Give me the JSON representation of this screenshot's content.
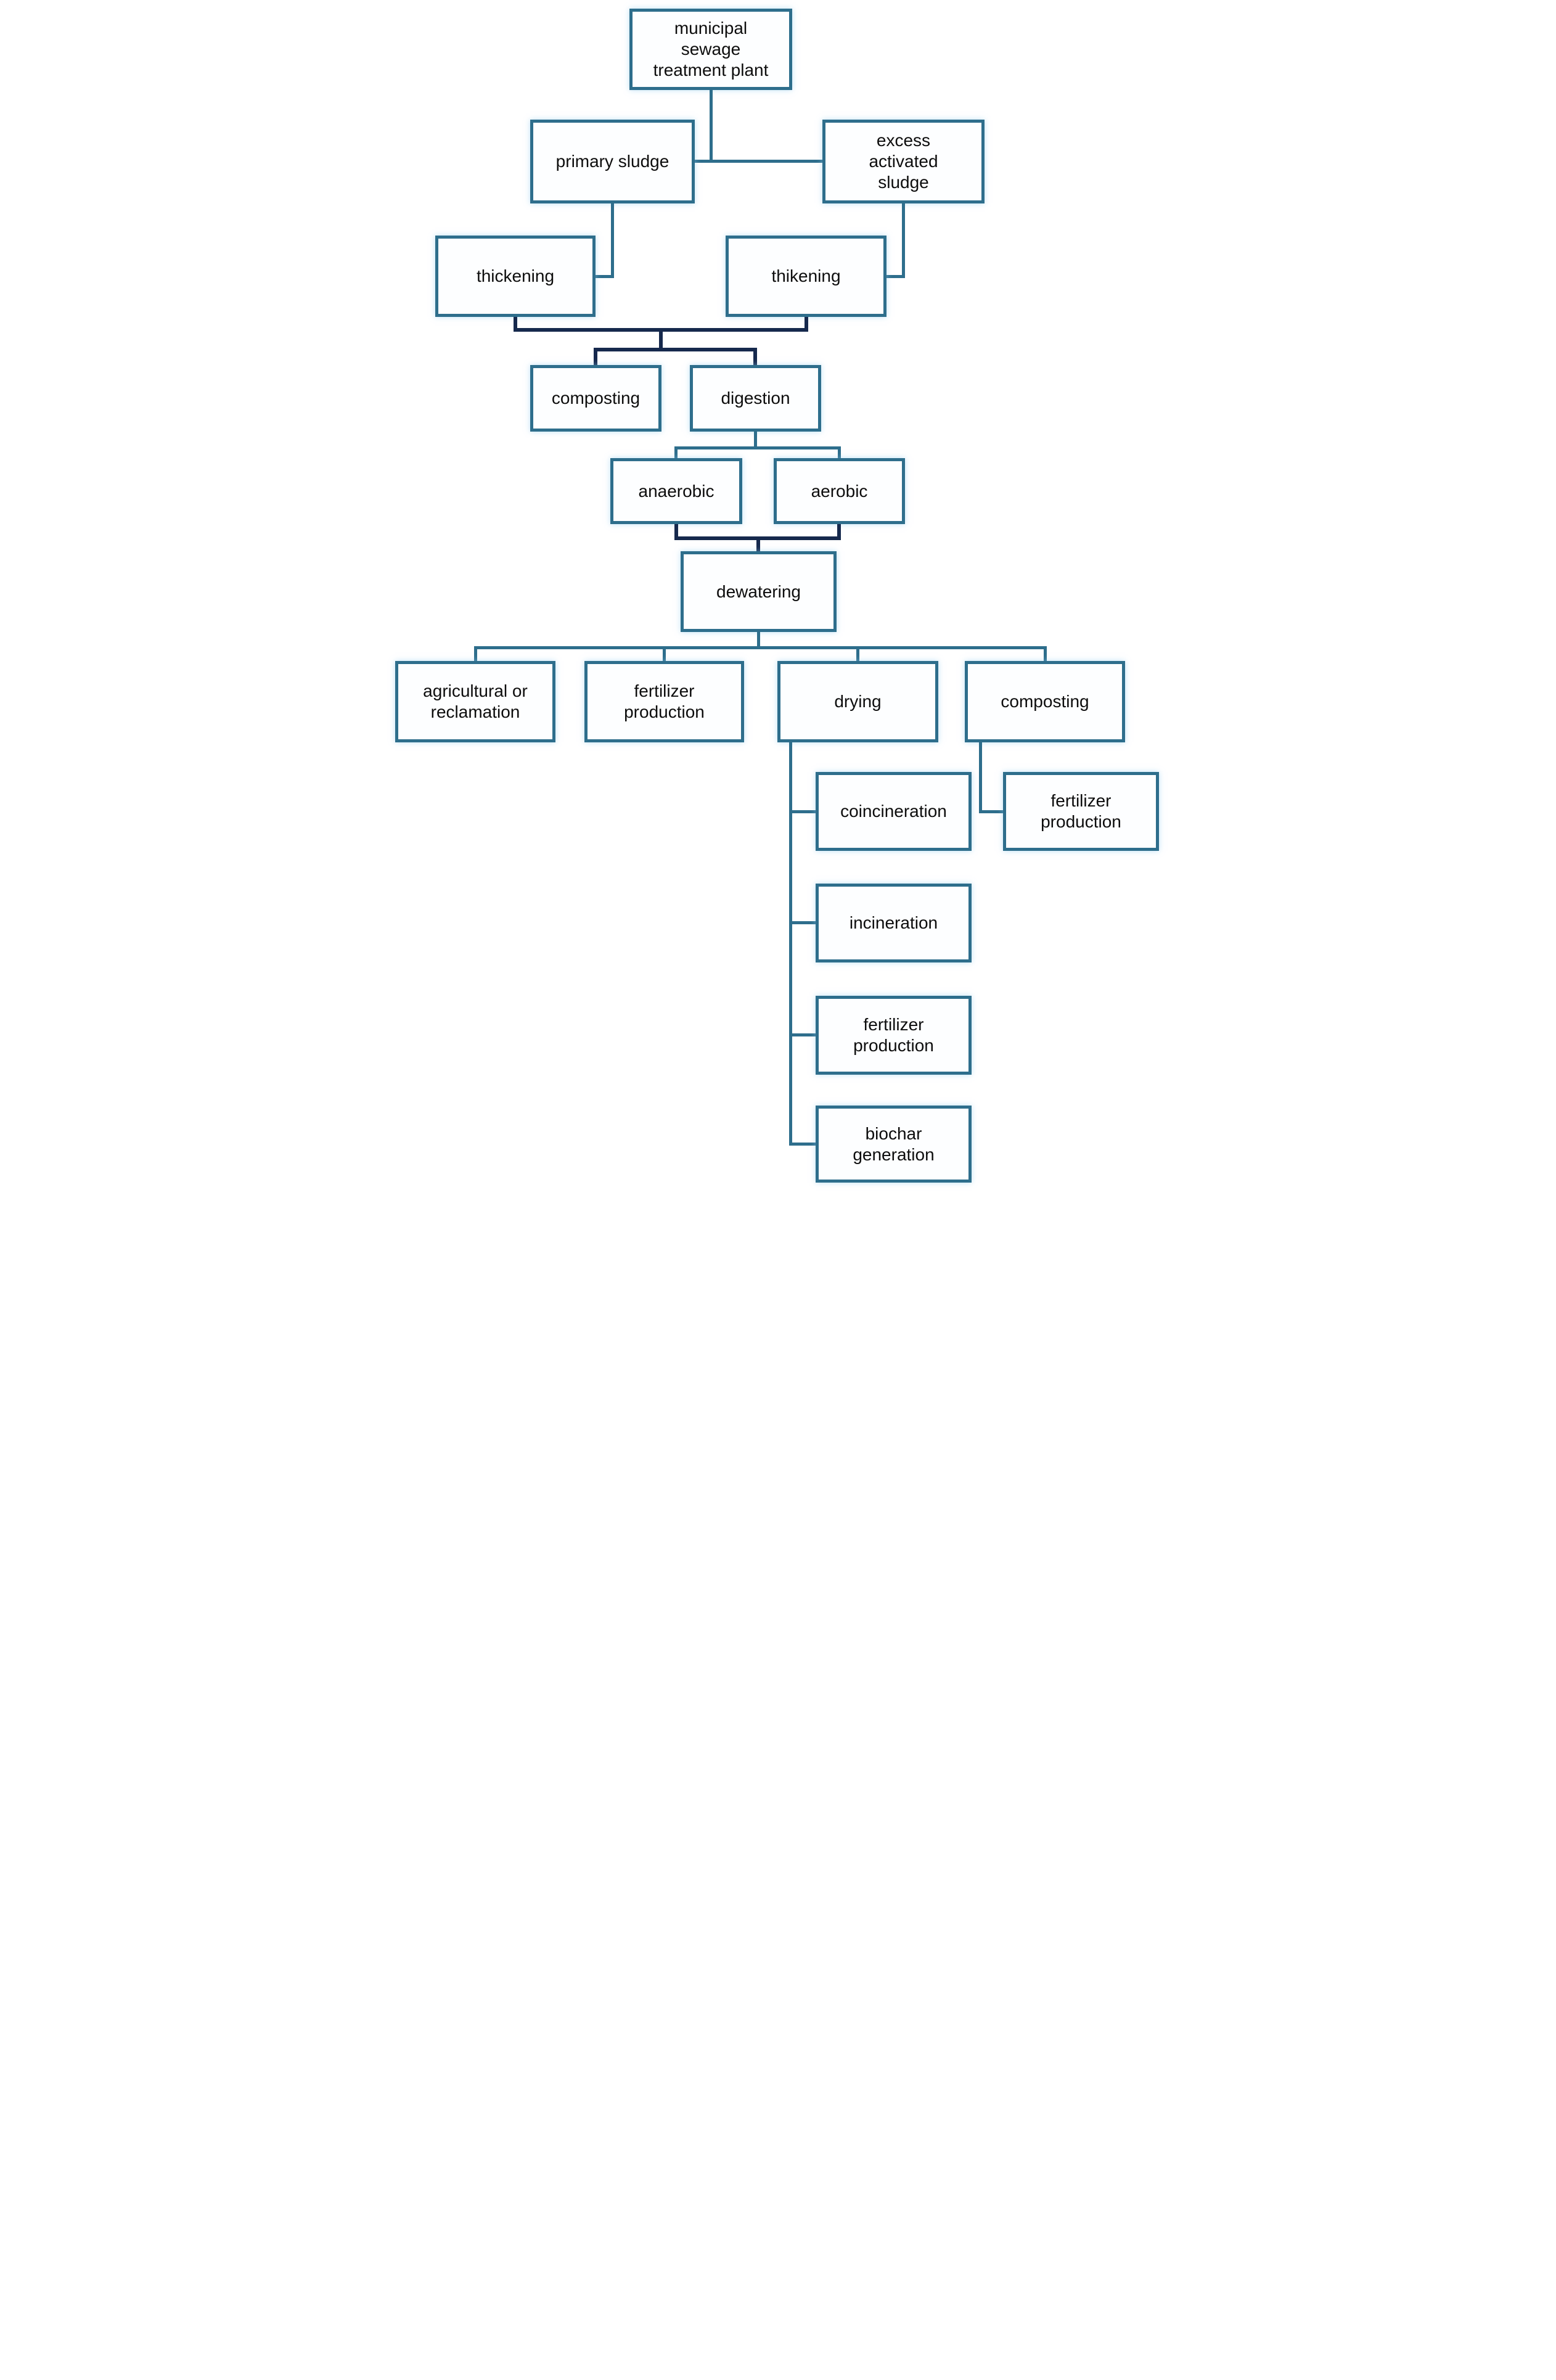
{
  "diagram": {
    "type": "flowchart",
    "colors": {
      "box_border": "#2e6e8c",
      "merge_line": "#16294d",
      "box_fill": "#fdfeff",
      "text": "#0d0d0d",
      "page_bg": "#ffffff"
    },
    "nodes": {
      "municipal": {
        "label": "municipal\nsewage\ntreatment plant"
      },
      "primary_sludge": {
        "label": "primary sludge"
      },
      "excess_activated_sludge": {
        "label": "excess\nactivated\nsludge"
      },
      "thickening": {
        "label": "thickening"
      },
      "thikening": {
        "label": "thikening"
      },
      "composting": {
        "label": "composting"
      },
      "digestion": {
        "label": "digestion"
      },
      "anaerobic": {
        "label": "anaerobic"
      },
      "aerobic": {
        "label": "aerobic"
      },
      "dewatering": {
        "label": "dewatering"
      },
      "agricultural": {
        "label": "agricultural or\nreclamation"
      },
      "fertilizer_prod_main": {
        "label": "fertilizer\nproduction"
      },
      "drying": {
        "label": "drying"
      },
      "composting_right": {
        "label": "composting"
      },
      "coincineration": {
        "label": "coincineration"
      },
      "fertilizer_prod_right": {
        "label": "fertilizer\nproduction"
      },
      "incineration": {
        "label": "incineration"
      },
      "fertilizer_prod_drying": {
        "label": "fertilizer\nproduction"
      },
      "biochar": {
        "label": "biochar\ngeneration"
      }
    },
    "edges": [
      {
        "from": "municipal",
        "to": "primary_sludge"
      },
      {
        "from": "municipal",
        "to": "excess_activated_sludge"
      },
      {
        "from": "primary_sludge",
        "to": "thickening"
      },
      {
        "from": "excess_activated_sludge",
        "to": "thikening"
      },
      {
        "from": "thickening",
        "to": "composting"
      },
      {
        "from": "thickening",
        "to": "digestion"
      },
      {
        "from": "thikening",
        "to": "composting"
      },
      {
        "from": "thikening",
        "to": "digestion"
      },
      {
        "from": "digestion",
        "to": "anaerobic"
      },
      {
        "from": "digestion",
        "to": "aerobic"
      },
      {
        "from": "anaerobic",
        "to": "dewatering"
      },
      {
        "from": "aerobic",
        "to": "dewatering"
      },
      {
        "from": "dewatering",
        "to": "agricultural"
      },
      {
        "from": "dewatering",
        "to": "fertilizer_prod_main"
      },
      {
        "from": "dewatering",
        "to": "drying"
      },
      {
        "from": "dewatering",
        "to": "composting_right"
      },
      {
        "from": "drying",
        "to": "coincineration"
      },
      {
        "from": "drying",
        "to": "incineration"
      },
      {
        "from": "drying",
        "to": "fertilizer_prod_drying"
      },
      {
        "from": "drying",
        "to": "biochar"
      },
      {
        "from": "composting_right",
        "to": "fertilizer_prod_right"
      }
    ]
  }
}
